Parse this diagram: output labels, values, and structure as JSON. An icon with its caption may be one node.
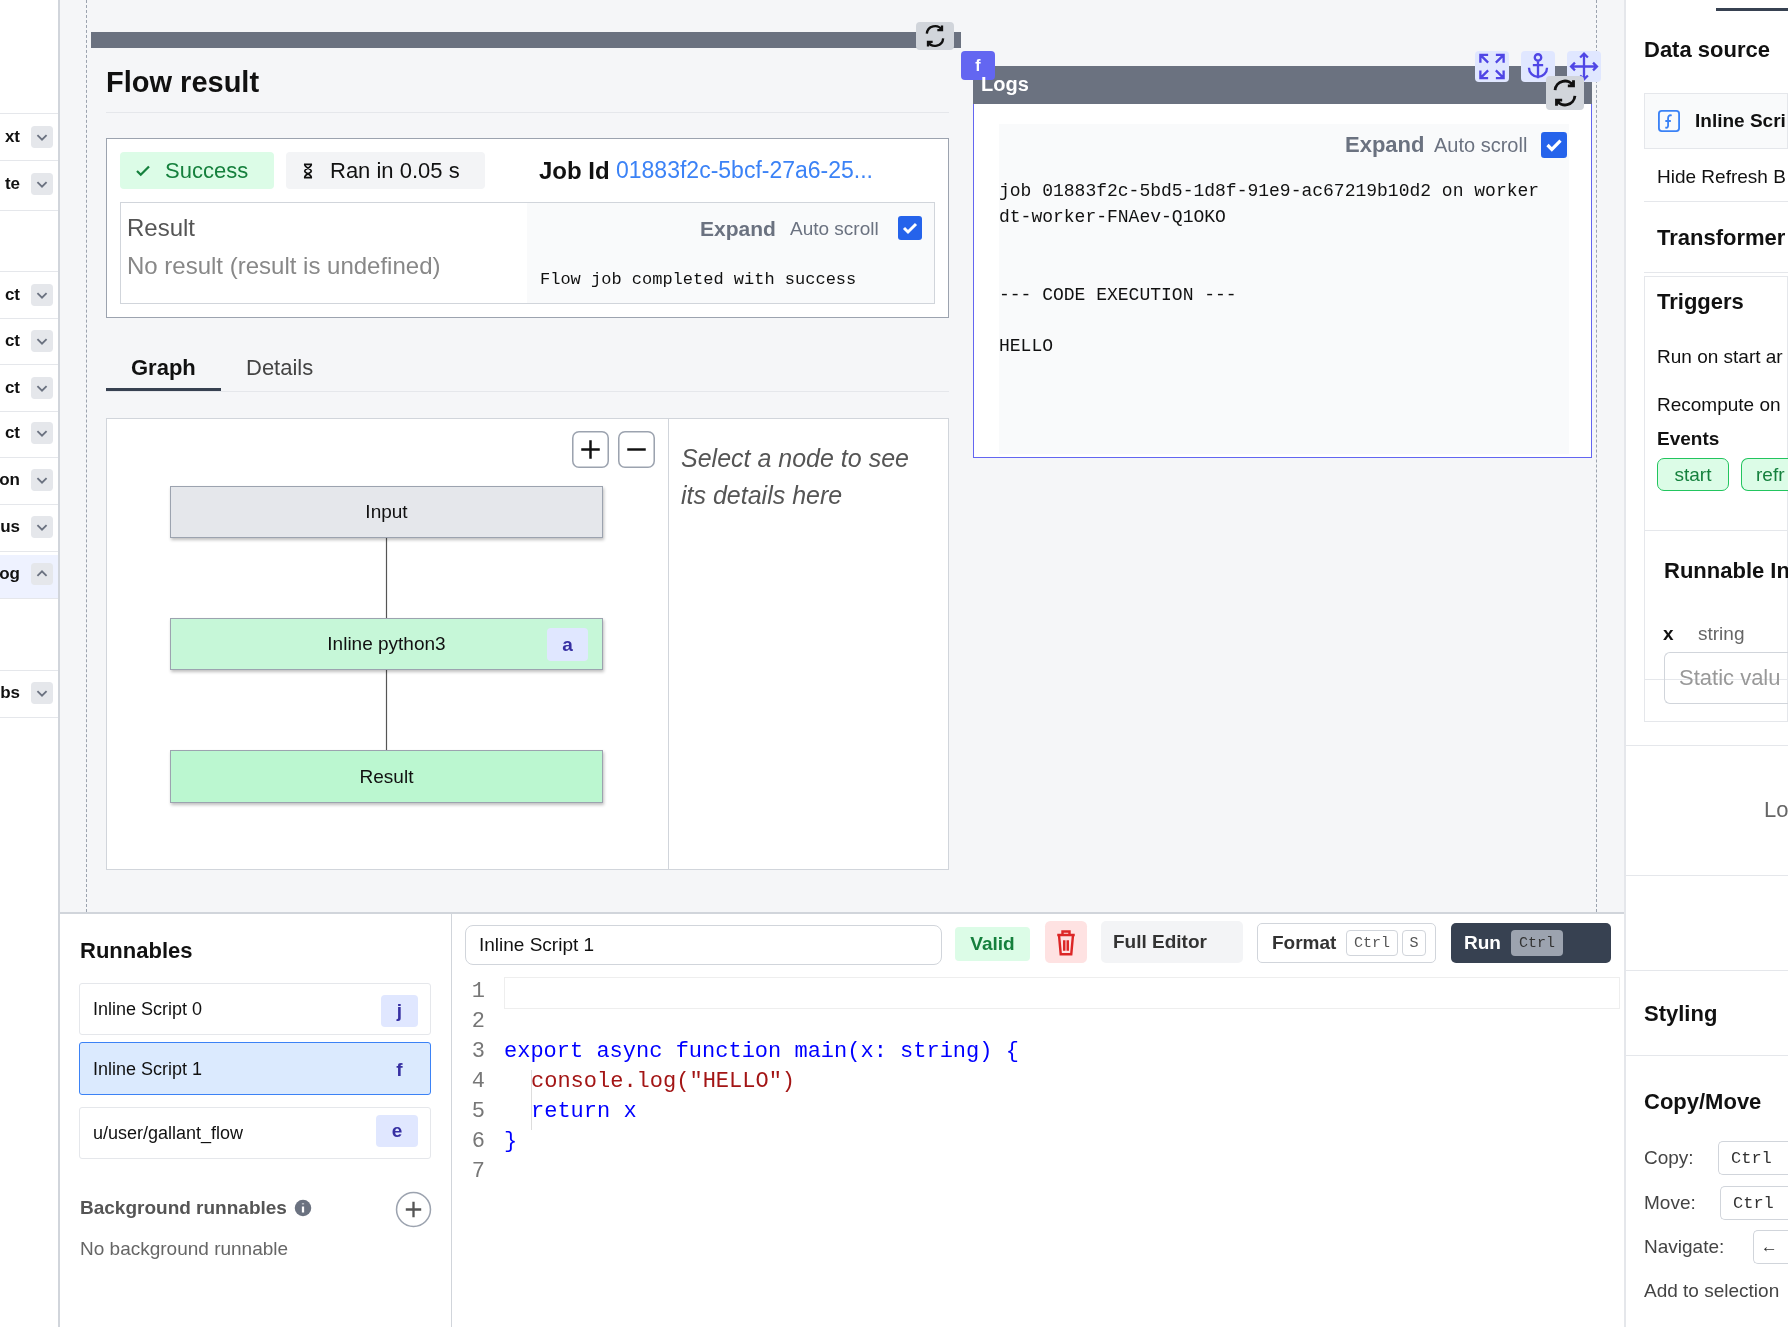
{
  "diagram": {
    "nodes": [
      {
        "text": [
          "Input"
        ]
      },
      {
        "text": [
          "Inline python3",
          "a"
        ]
      },
      {
        "text": [
          "Result"
        ]
      }
    ],
    "edges": [
      {
        "from": 0,
        "to": 1,
        "arrow": "none"
      },
      {
        "from": 1,
        "to": 2,
        "arrow": "none"
      }
    ],
    "labels": [
      "xt",
      "te",
      "ct",
      "ct",
      "ct",
      "ct",
      "on",
      "us",
      "og",
      "bs",
      "Flow result",
      "Success",
      "Ran in 0.05 s",
      "Job Id",
      "01883f2c-5bcf-27a6-25...",
      "Result",
      "No result (result is undefined)",
      "Expand",
      "Auto scroll",
      "Flow job completed with success",
      "Graph",
      "Details",
      "Select a node to see its details here",
      "f",
      "Logs",
      "Expand",
      "Auto scroll",
      "job 01883f2c-5bd5-1d8f-91e9-ac67219b10d2 on worker dt-worker-FNAev-Q1OKO",
      "--- CODE EXECUTION ---",
      "HELLO",
      "Data source",
      "Inline Scri",
      "Hide Refresh B",
      "Transformer",
      "Triggers",
      "Run on start ar",
      "Recompute on",
      "Events",
      "start",
      "refr",
      "Runnable In",
      "x",
      "string",
      "Static valu",
      "Lo",
      "Styling",
      "Copy/Move",
      "Copy:",
      "Ctrl",
      "Move:",
      "Ctrl",
      "Navigate:",
      "←",
      "Add to selection",
      "Runnables",
      "Inline Script 0",
      "j",
      "Inline Script 1",
      "f",
      "u/user/gallant_flow",
      "e",
      "Background runnables",
      "No background runnable",
      "Inline Script 1",
      "Valid",
      "Full Editor",
      "Format",
      "Ctrl",
      "S",
      "Run",
      "Ctrl",
      "1",
      "2",
      "3",
      "4",
      "5",
      "6",
      "7",
      "export async function main(x: string) {",
      "console.log(\"HELLO\")",
      "return x",
      "}"
    ]
  }
}
